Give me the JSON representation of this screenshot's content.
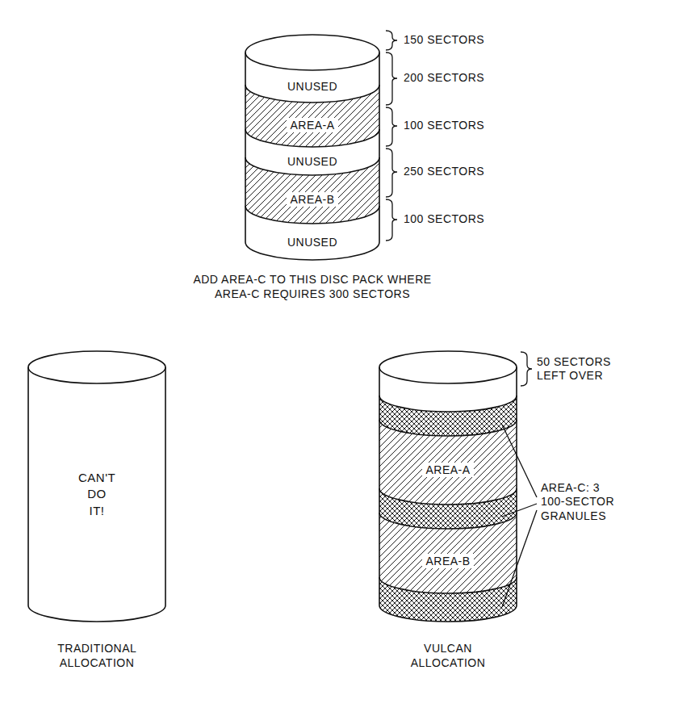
{
  "diagram": {
    "nodes": [
      {
        "text": [
          "UNUSED"
        ]
      },
      {
        "text": [
          "AREA-A"
        ]
      },
      {
        "text": [
          "UNUSED"
        ]
      },
      {
        "text": [
          "AREA-B"
        ]
      },
      {
        "text": [
          "UNUSED"
        ]
      },
      {
        "text": [
          "CAN'T DO IT!"
        ]
      },
      {
        "text": [
          "AREA-A"
        ]
      },
      {
        "text": [
          "AREA-B"
        ]
      }
    ],
    "labels": [
      "150 SECTORS",
      "200 SECTORS",
      "100 SECTORS",
      "250 SECTORS",
      "100 SECTORS",
      "ADD AREA-C TO THIS DISC PACK WHERE AREA-C REQUIRES 300 SECTORS",
      "50 SECTORS LEFT OVER",
      "AREA-C: 3 100-SECTOR GRANULES",
      "TRADITIONAL ALLOCATION",
      "VULCAN ALLOCATION"
    ]
  }
}
